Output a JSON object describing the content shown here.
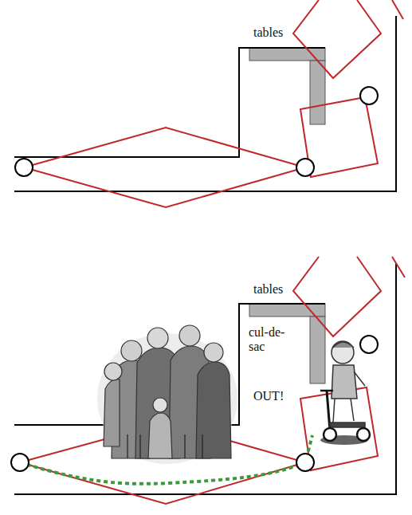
{
  "diagram": {
    "labels": [
      "tables",
      "tables",
      "cul-de-sac",
      "OUT!"
    ]
  }
}
